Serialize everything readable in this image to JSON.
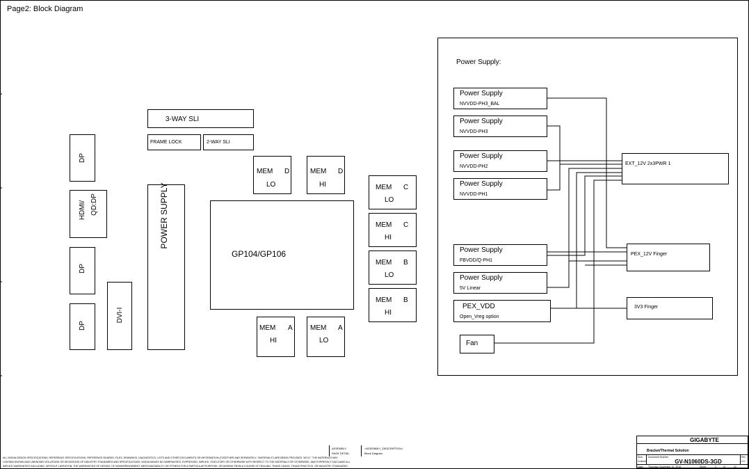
{
  "page_title": "Page2: Block Diagram",
  "blocks": {
    "sli3": "3-WAY SLI",
    "frame_lock": "FRAME LOCK",
    "sli2": "2-WAY SLI",
    "dp1": "DP",
    "hdmi_a": "HDMI/",
    "hdmi_b": "QD:DP",
    "dp2": "DP",
    "dp3": "DP",
    "dvi": "DVI-I",
    "power_supply": "POWER SUPPLY",
    "gpu": "GP104/GP106",
    "mem_d_lo": {
      "a": "MEM",
      "b": "D",
      "c": "LO"
    },
    "mem_d_hi": {
      "a": "MEM",
      "b": "D",
      "c": "HI"
    },
    "mem_c_lo": {
      "a": "MEM",
      "b": "C",
      "c": "LO"
    },
    "mem_c_hi": {
      "a": "MEM",
      "b": "C",
      "c": "HI"
    },
    "mem_b_lo": {
      "a": "MEM",
      "b": "B",
      "c": "LO"
    },
    "mem_b_hi": {
      "a": "MEM",
      "b": "B",
      "c": "HI"
    },
    "mem_a_hi": {
      "a": "MEM",
      "b": "A",
      "c": "HI"
    },
    "mem_a_lo": {
      "a": "MEM",
      "b": "A",
      "c": "LO"
    }
  },
  "power_panel": {
    "title": "Power Supply:",
    "ps1": {
      "name": "Power Supply",
      "rail": "NVVDD-PH3_BAL"
    },
    "ps2": {
      "name": "Power Supply",
      "rail": "NVVDD-PH3"
    },
    "ps3": {
      "name": "Power Supply",
      "rail": "NVVDD-PH2"
    },
    "ps4": {
      "name": "Power Supply",
      "rail": "NVVDD-PH1"
    },
    "ps5": {
      "name": "Power Supply",
      "rail": "FBVDD/Q-PH1"
    },
    "ps6": {
      "name": "Power Supply",
      "rail": "5V Linear"
    },
    "pex": {
      "name": "PEX_VDD",
      "rail": "Open_Vreg option"
    },
    "fan": "Fan",
    "ext": "EXT_12V 2x3PWR 1",
    "pex12": "PEX_12V Finger",
    "v33": "3V3 Finger"
  },
  "title_block": {
    "company": "GIGABYTE",
    "title": "Bracket/Thermal Solution",
    "doc_label": "Document Number",
    "doc_number": "GV-N1060DS-3GD",
    "size_label": "Size",
    "custom_label": "Custom",
    "rev_label": "Rev",
    "rev": "2.0",
    "date_label": "Date:",
    "date": "Thursday, November 10, 2016",
    "sheet_label": "Sheet",
    "sheet": "2",
    "of_label": "of",
    "sheets": "41"
  },
  "footer": {
    "assembly": "ASSEMBLY",
    "page_detail": "PAGE DETAIL",
    "assembly_desc": "<ASSEMBLY_DESCRIPTION>",
    "block_diagram": "Block Diagram",
    "disclaimer1": "ALL NVIDIA DESIGN SPECIFICATIONS, REFERENCE SPECIFICATIONS, REFERENCE BOARDS, FILES, DRAWINGS, DIAGNOSTICS, LISTS AND OTHER DOCUMENTS OR INFORMATION (TOGETHER AND SEPARATELY, \"MATERIALS\") ARE BEING PROVIDED \"AS IS.\" THE MATERIALS MAY",
    "disclaimer2": "CONTAIN KNOWN AND UNKNOWN VIOLATIONS OR DEVIATIONS OF INDUSTRY STANDARDS AND SPECIFICATIONS. NVIDIA MAKES NO WARRANTIES, EXPRESSED, IMPLIED, STATUTORY OR OTHERWISE WITH RESPECT TO THE MATERIALS OR OTHERWISE, AND EXPRESSLY DISCLAIMS ALL",
    "disclaimer3": "IMPLIED WARRANTIES INCLUDING, WITHOUT LIMITATION, THE WARRANTIES OF DESIGN, OF NONINFRINGEMENT, MERCHANTABILITY OR FITNESS FOR A PARTICULAR PURPOSE, OR ARISING FROM A COURSE OF DEALING, TRADE USAGE, TRADE PRACTICE, OR INDUSTRY STANDARDS."
  }
}
